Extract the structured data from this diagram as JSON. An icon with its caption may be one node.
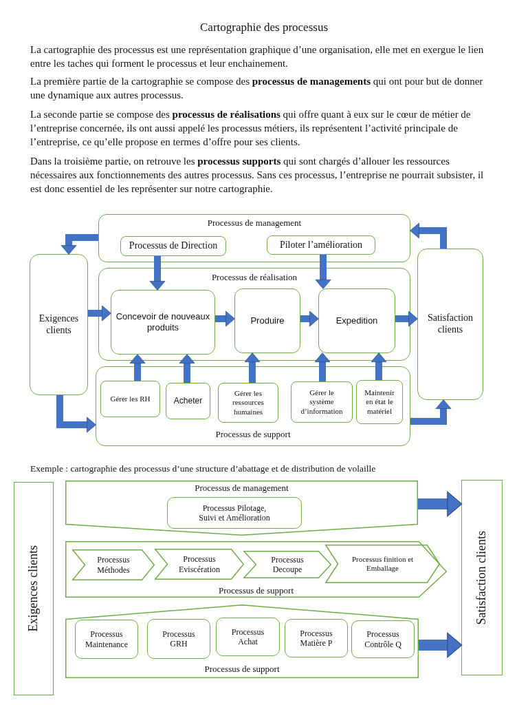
{
  "diagram": {
    "title": "Cartographie des processus",
    "nodes": [
      {
        "text": [
          "Processus de management"
        ]
      },
      {
        "text": [
          "Processus de Direction"
        ],
        "in": 0
      },
      {
        "text": [
          "Piloter l’amélioration"
        ],
        "in": 0
      },
      {
        "text": [
          "Exigences clients"
        ]
      },
      {
        "text": [
          "Processus de réalisation"
        ]
      },
      {
        "text": [
          "Concevoir de nouveaux produits"
        ],
        "in": 4
      },
      {
        "text": [
          "Produire"
        ],
        "in": 4
      },
      {
        "text": [
          "Expedition"
        ],
        "in": 4
      },
      {
        "text": [
          "Satisfaction clients"
        ]
      },
      {
        "text": [
          "Processus de support"
        ]
      },
      {
        "text": [
          "Gérer les RH"
        ],
        "in": 9
      },
      {
        "text": [
          "Acheter"
        ],
        "in": 9
      },
      {
        "text": [
          "Gérer les ressources humaines"
        ],
        "in": 9
      },
      {
        "text": [
          "Gérer le système d’information"
        ],
        "in": 9
      },
      {
        "text": [
          "Maintenir en état le matériel"
        ],
        "in": 9
      },
      {
        "text": [
          "Exigences clients"
        ]
      },
      {
        "text": [
          "Processus de management"
        ]
      },
      {
        "text": [
          "Processus Pilotage, Suivi et Amélioration"
        ],
        "in": 16
      },
      {
        "text": [
          "Processus de support"
        ]
      },
      {
        "text": [
          "Processus Méthodes"
        ],
        "in": 18
      },
      {
        "text": [
          "Processus Eviscération"
        ],
        "in": 18
      },
      {
        "text": [
          "Processus Decoupe"
        ],
        "in": 18
      },
      {
        "text": [
          "Processus finition et Emballage"
        ],
        "in": 18
      },
      {
        "text": [
          "Processus de support"
        ]
      },
      {
        "text": [
          "Processus Maintenance"
        ],
        "in": 23
      },
      {
        "text": [
          "Processus GRH"
        ],
        "in": 23
      },
      {
        "text": [
          "Processus Achat"
        ],
        "in": 23
      },
      {
        "text": [
          "Processus Matière P"
        ],
        "in": 23
      },
      {
        "text": [
          "Processus Contrôle Q"
        ],
        "in": 23
      },
      {
        "text": [
          "Satisfaction clients"
        ]
      }
    ],
    "edges": [
      {
        "from": 1,
        "to": 5,
        "arrow": "to"
      },
      {
        "from": 2,
        "to": 7,
        "arrow": "to"
      },
      {
        "from": 3,
        "to": 5,
        "arrow": "to"
      },
      {
        "from": 5,
        "to": 6,
        "arrow": "to"
      },
      {
        "from": 6,
        "to": 7,
        "arrow": "to"
      },
      {
        "from": 7,
        "to": 8,
        "arrow": "to"
      },
      {
        "from": 10,
        "to": 5,
        "arrow": "to"
      },
      {
        "from": 11,
        "to": 5,
        "arrow": "to"
      },
      {
        "from": 12,
        "to": 6,
        "arrow": "to"
      },
      {
        "from": 13,
        "to": 7,
        "arrow": "to"
      },
      {
        "from": 14,
        "to": 7,
        "arrow": "to"
      },
      {
        "from": 0,
        "to": 3,
        "arrow": "to"
      },
      {
        "from": 3,
        "to": 9,
        "arrow": "to"
      },
      {
        "from": 9,
        "to": 8,
        "arrow": "to"
      },
      {
        "from": 8,
        "to": 0,
        "arrow": "to"
      },
      {
        "from": 16,
        "to": 29,
        "arrow": "to"
      },
      {
        "from": 23,
        "to": 29,
        "arrow": "to"
      }
    ],
    "labels": [
      "La cartographie des processus est une représentation graphique d’une organisation, elle met en exergue le lien entre les taches qui forment le processus et leur enchainement.",
      "La première partie de la cartographie se compose des **processus de managements** qui ont pour but de donner une dynamique aux autres processus.",
      "La seconde partie se compose des **processus de réalisations** qui offre quant à eux sur le cœur de métier de l’entreprise concernée, ils ont aussi appelé les processus métiers, ils représentent l’activité principale de l’entreprise, ce qu’elle propose en termes d’offre pour ses clients.",
      "Dans la troisième partie, on retrouve les **processus supports** qui sont chargés d’allouer les ressources nécessaires aux fonctionnements des autres processus. Sans ces processus, l’entreprise ne pourrait subsister, il est donc essentiel de les représenter sur notre cartographie.",
      "Exemple : cartographie des processus d’une structure d’abattage et de distribution de volaille"
    ]
  }
}
